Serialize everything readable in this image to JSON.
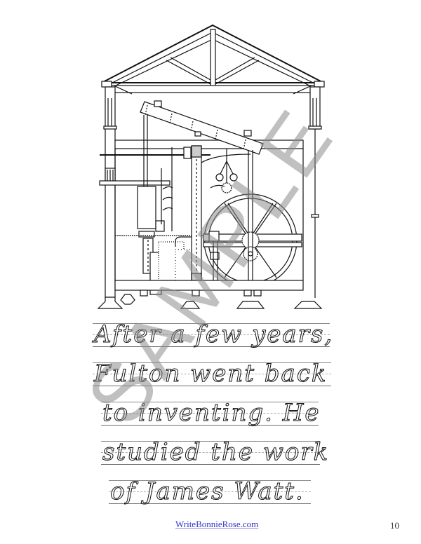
{
  "illustration": {
    "subject": "Watt steam engine in engine house (cross-section line drawing)"
  },
  "watermark": {
    "text": "SAMPLE",
    "color": "#8c8c8c"
  },
  "handwriting": {
    "style": "dotted cursive tracing",
    "lines": [
      "After a few years,",
      "Fulton went back",
      "to inventing. He",
      "studied the work",
      "of James Watt."
    ]
  },
  "footer": {
    "link": "WriteBonnieRose.com",
    "link_color": "#3333cc",
    "page_number": "10"
  }
}
